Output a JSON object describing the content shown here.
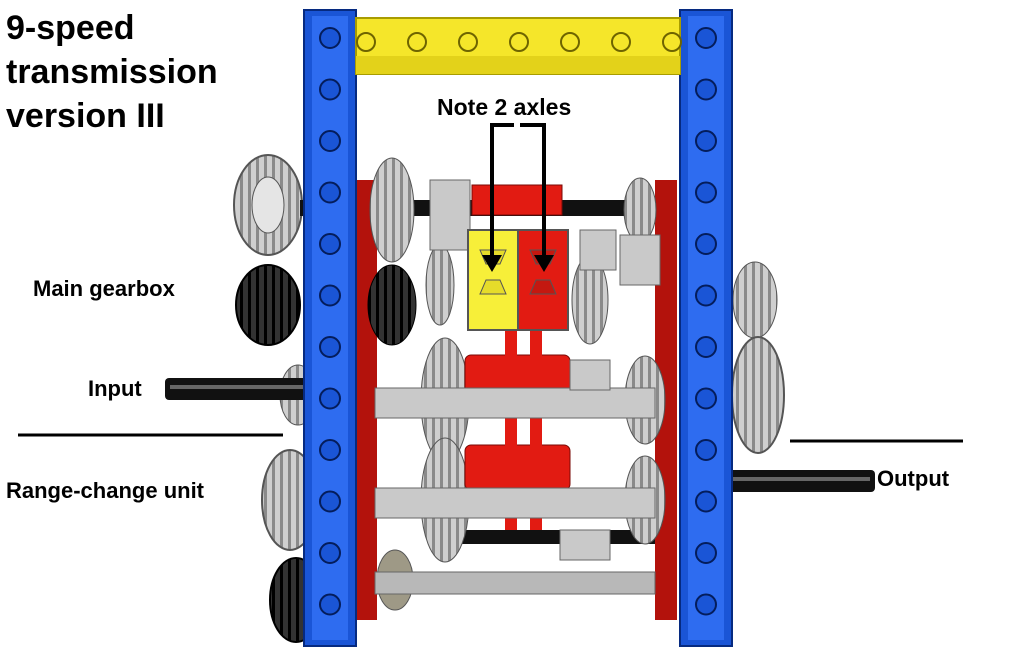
{
  "title_lines": [
    "9-speed",
    "transmission",
    "version III"
  ],
  "labels": {
    "note": "Note 2 axles",
    "main_gearbox": "Main gearbox",
    "input": "Input",
    "range_change": "Range-change unit",
    "output": "Output"
  },
  "colors": {
    "frame_blue": "#1a55d6",
    "beam_yellow": "#f5e62a",
    "gear_grey": "#bdbdbd",
    "gear_dark": "#222222",
    "red_part": "#e21b12",
    "yellow_part": "#f7ef39",
    "axle_black": "#111111",
    "connector_tan": "#9e9986"
  }
}
